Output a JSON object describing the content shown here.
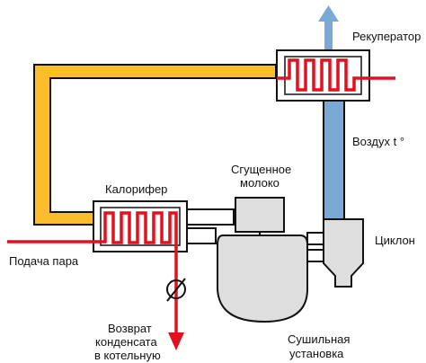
{
  "labels": {
    "recuperator": "Рекуператор",
    "air_temp": "Воздух t °",
    "condensed_milk_line1": "Сгущенное",
    "condensed_milk_line2": "молоко",
    "heater": "Калорифер",
    "cyclone": "Циклон",
    "steam_supply": "Подача пара",
    "condensate_line1": "Возврат",
    "condensate_line2": "конденсата",
    "condensate_line3": "в котельную",
    "dryer_line1": "Сушильная",
    "dryer_line2": "установка"
  },
  "colors": {
    "air_duct": "#fbbd2a",
    "steam_line": "#e2111d",
    "exhaust_duct": "#7aa9d6",
    "equipment": "#dedede",
    "outline": "#111111"
  }
}
